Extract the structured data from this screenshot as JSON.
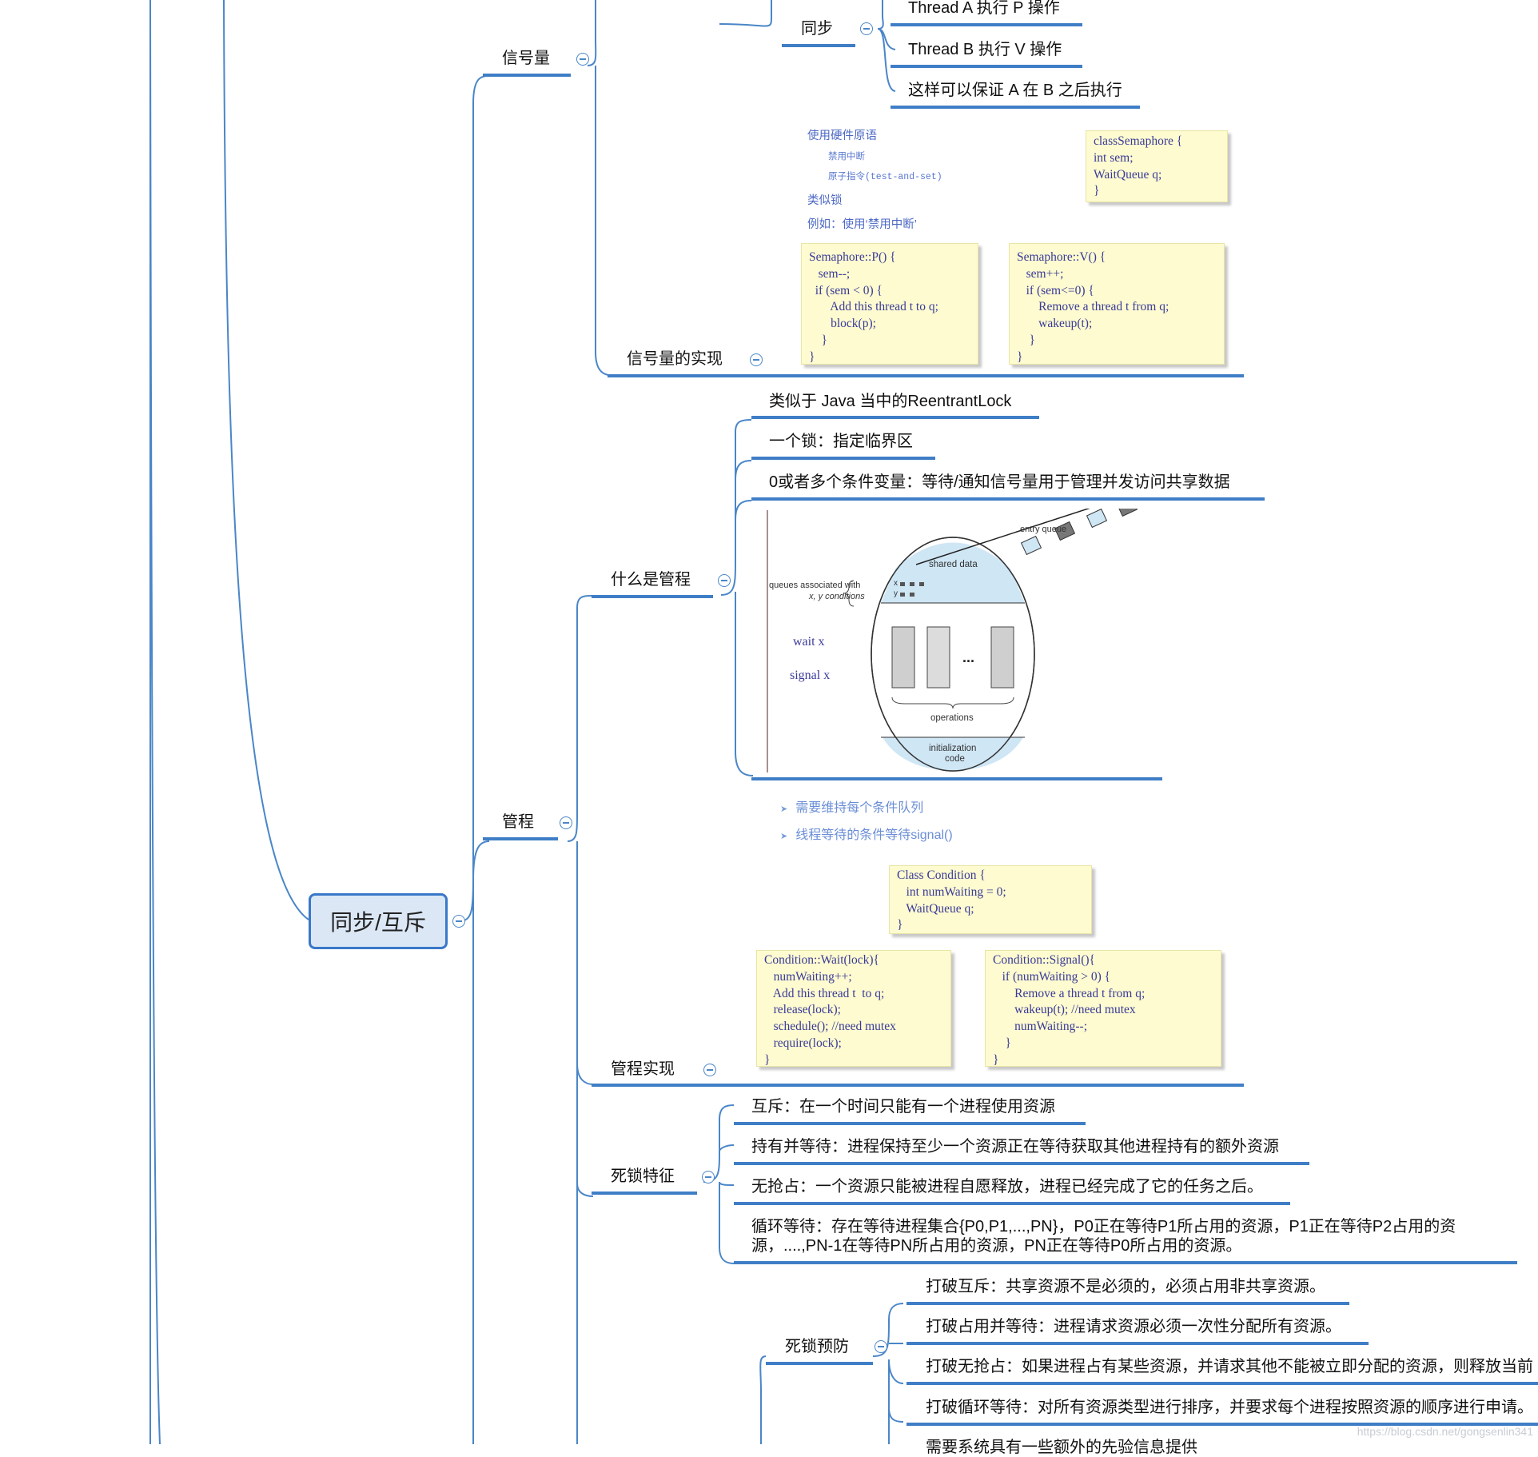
{
  "root": {
    "label": "同步/互斥"
  },
  "semaphore": {
    "label": "信号量",
    "sync": {
      "label": "同步",
      "items": [
        "Thread A 执行 P 操作",
        "Thread B 执行 V 操作",
        "这样可以保证 A 在 B 之后执行"
      ]
    },
    "impl": {
      "label": "信号量的实现",
      "notes": {
        "hw_primitive": "使用硬件原语",
        "disable_interrupt": "禁用中断",
        "atomic_instr": "原子指令(test-and-set)",
        "like_lock": "类似锁",
        "example": "例如：使用‘禁用中断’"
      },
      "class_code": "classSemaphore {\nint sem;\nWaitQueue q;\n}",
      "p_code": "Semaphore::P() {\n   sem--;\n  if (sem < 0) {\n       Add this thread t to q;\n       block(p);\n    }\n}",
      "v_code": "Semaphore::V() {\n   sem++;\n   if (sem<=0) {\n       Remove a thread t from q;\n       wakeup(t);\n    }\n}"
    }
  },
  "monitor": {
    "label": "管程",
    "what": {
      "label": "什么是管程",
      "items": [
        "类似于 Java 当中的ReentrantLock",
        "一个锁：指定临界区",
        "0或者多个条件变量：等待/通知信号量用于管理并发访问共享数据"
      ],
      "figure": {
        "entry_queue": "entry queue",
        "shared_data": "shared data",
        "queues_label_1": "queues associated with",
        "queues_label_2": "x, y conditions",
        "x_label": "x",
        "y_label": "y",
        "wait": "wait x",
        "signal": "signal x",
        "ellipsis": "...",
        "operations": "operations",
        "init_code_1": "initialization",
        "init_code_2": "code"
      }
    },
    "impl": {
      "label": "管程实现",
      "bullets": [
        "需要维持每个条件队列",
        "线程等待的条件等待signal()"
      ],
      "class_code": "Class Condition {\n   int numWaiting = 0;\n   WaitQueue q;\n}",
      "wait_code": "Condition::Wait(lock){\n   numWaiting++;\n   Add this thread t  to q;\n   release(lock);\n   schedule(); //need mutex\n   require(lock);\n}",
      "signal_code": "Condition::Signal(){\n   if (numWaiting > 0) {\n       Remove a thread t from q;\n       wakeup(t); //need mutex\n       numWaiting--;\n    }\n}"
    }
  },
  "deadlock": {
    "features": {
      "label": "死锁特征",
      "items": [
        "互斥：在一个时间只能有一个进程使用资源",
        "持有并等待：进程保持至少一个资源正在等待获取其他进程持有的额外资源",
        "无抢占：一个资源只能被进程自愿释放，进程已经完成了它的任务之后。",
        "循环等待：存在等待进程集合{P0,P1,...,PN}，P0正在等待P1所占用的资源，P1正在等待P2占用的资源，....,PN-1在等待PN所占用的资源，PN正在等待P0所占用的资源。"
      ]
    },
    "prevention": {
      "label": "死锁预防",
      "items": [
        "打破互斥：共享资源不是必须的，必须占用非共享资源。",
        "打破占用并等待：进程请求资源必须一次性分配所有资源。",
        "打破无抢占：如果进程占有某些资源，并请求其他不能被立即分配的资源，则释放当前",
        "打破循环等待：对所有资源类型进行排序，并要求每个进程按照资源的顺序进行申请。",
        "需要系统具有一些额外的先验信息提供"
      ]
    }
  },
  "watermark": "https://blog.csdn.net/gongsenlin341",
  "colors": {
    "line": "#3f7ec6",
    "note_bg": "#fdfbcf",
    "root_bg": "#dbe7f5",
    "code_text": "#3a3a9a"
  }
}
